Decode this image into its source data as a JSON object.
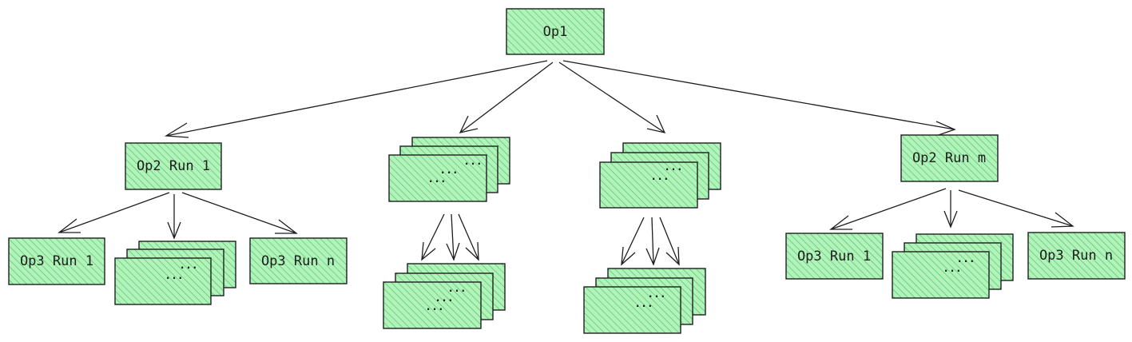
{
  "colors": {
    "box_fill": "#b2f2bb",
    "hatch": "#40c057",
    "stroke": "#1e1e1e"
  },
  "nodes": {
    "op1": "Op1",
    "op2_run_1": "Op2 Run 1",
    "op2_run_m": "Op2 Run m",
    "op3_run_1_left": "Op3 Run 1",
    "op3_run_n_left": "Op3 Run n",
    "op3_run_1_right": "Op3 Run 1",
    "op3_run_n_right": "Op3 Run n"
  },
  "ellipsis": "..."
}
